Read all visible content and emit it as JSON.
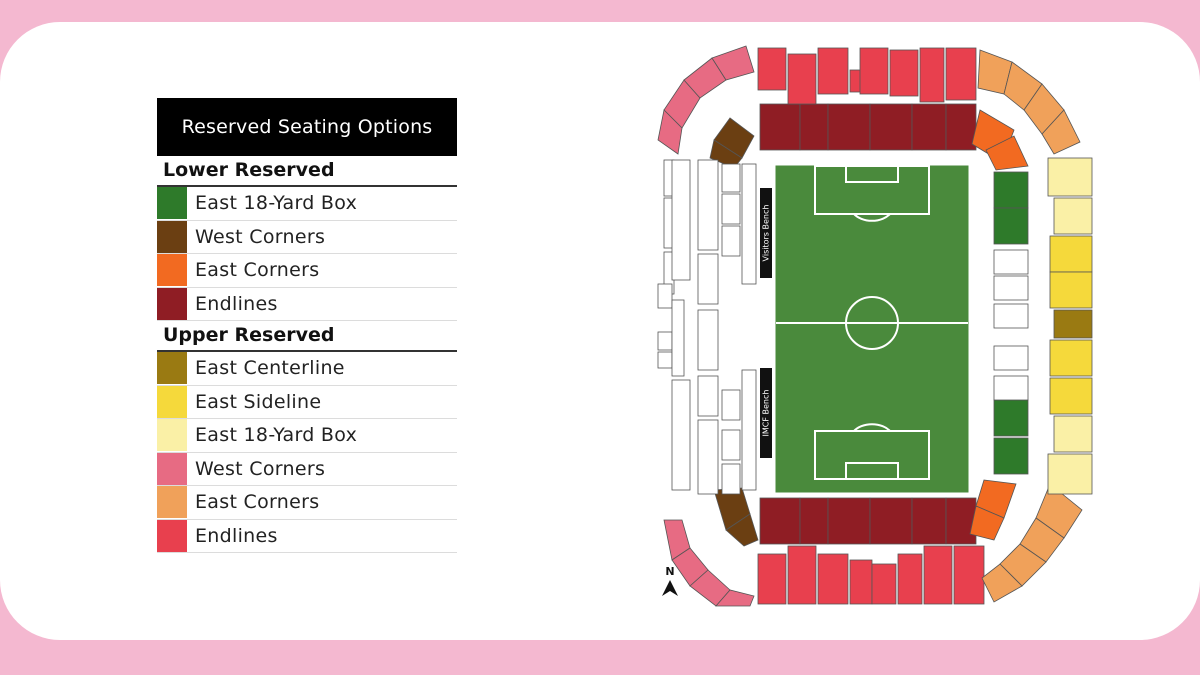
{
  "legend": {
    "title": "Reserved Seating Options",
    "groups": [
      {
        "title": "Lower Reserved",
        "items": [
          {
            "label": "East 18-Yard Box",
            "color": "#2e7a2a"
          },
          {
            "label": "West Corners",
            "color": "#6b3f12"
          },
          {
            "label": "East Corners",
            "color": "#f26a21"
          },
          {
            "label": "Endlines",
            "color": "#8f1d24"
          }
        ]
      },
      {
        "title": "Upper Reserved",
        "items": [
          {
            "label": "East Centerline",
            "color": "#9a7a12"
          },
          {
            "label": "East Sideline",
            "color": "#f5d93b"
          },
          {
            "label": "East 18-Yard Box",
            "color": "#faf0a6"
          },
          {
            "label": "West Corners",
            "color": "#e76b83"
          },
          {
            "label": "East Corners",
            "color": "#f0a15a"
          },
          {
            "label": "Endlines",
            "color": "#e8404e"
          }
        ]
      }
    ]
  },
  "map": {
    "visitors_bench": "Visitors Bench",
    "home_bench": "IMCF Bench",
    "north_label": "N",
    "pitch_color": "#4a8a3c",
    "unreserved_color": "#ffffff"
  }
}
